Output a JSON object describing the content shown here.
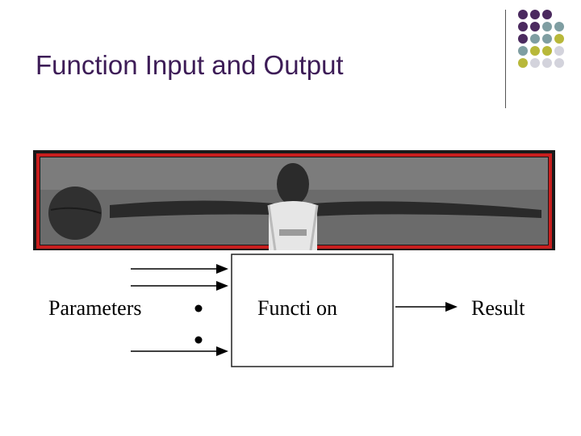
{
  "slide": {
    "title": "Function Input and Output"
  },
  "decoration": {
    "dot_colors": [
      "#4b2a5f",
      "#7f9ea2",
      "#b8b83a",
      "#d3d3dc"
    ],
    "dot_grid": [
      [
        0,
        0,
        0,
        -1
      ],
      [
        0,
        0,
        1,
        1
      ],
      [
        0,
        1,
        1,
        2
      ],
      [
        1,
        2,
        2,
        3
      ],
      [
        2,
        3,
        3,
        3
      ]
    ]
  },
  "photo": {
    "frame_color": "#c81e1e",
    "background_color": "#6f6f6f"
  },
  "diagram": {
    "inputs_label": "Parameters",
    "function_label": "Functi on",
    "output_label": "Result"
  }
}
